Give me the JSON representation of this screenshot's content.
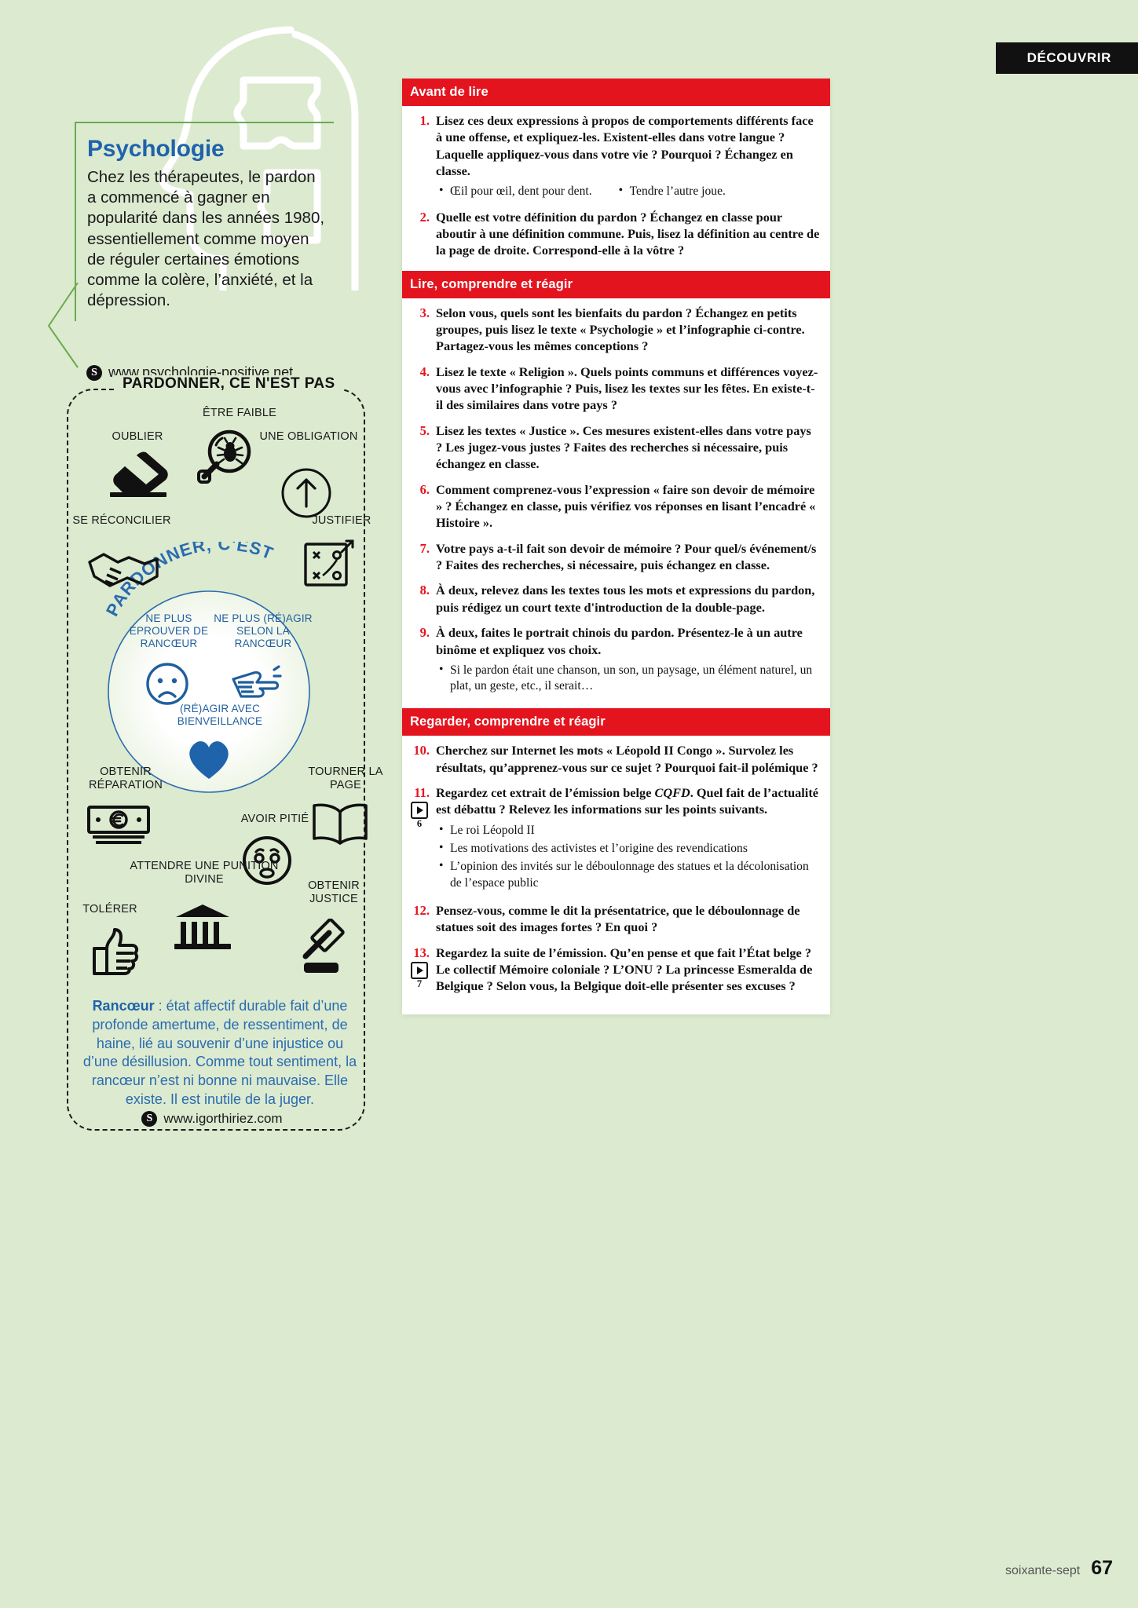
{
  "header": {
    "tag": "DÉCOUVRIR"
  },
  "psychologie": {
    "title": "Psychologie",
    "body": "Chez les thérapeutes, le pardon a commencé à gagner en popularité dans les années 1980, essentiellement comme moyen de réguler certaines émotions comme la colère, l’anxiété, et la dépression.",
    "source_icon": "source-badge-icon",
    "link": "www.psychologie-positive.net"
  },
  "infographic": {
    "title": "PARDONNER, CE N'EST PAS",
    "inner_title": "PARDONNER, C'EST",
    "outer_labels": [
      {
        "text": "OUBLIER",
        "icon": "eraser-icon"
      },
      {
        "text": "ÊTRE FAIBLE",
        "icon": "magnifier-bug-icon"
      },
      {
        "text": "UNE OBLIGATION",
        "icon": "arrow-up-circle-icon"
      },
      {
        "text": "SE RÉCONCILIER",
        "icon": "handshake-icon"
      },
      {
        "text": "JUSTIFIER",
        "icon": "strategy-board-icon"
      },
      {
        "text": "OBTENIR RÉPARATION",
        "icon": "banknote-euro-icon"
      },
      {
        "text": "TOURNER LA PAGE",
        "icon": "open-book-icon"
      },
      {
        "text": "AVOIR PITIÉ",
        "icon": "sad-face-icon"
      },
      {
        "text": "ATTENDRE UNE PUNITION DIVINE",
        "icon": "temple-icon"
      },
      {
        "text": "OBTENIR JUSTICE",
        "icon": "gavel-icon"
      },
      {
        "text": "TOLÉRER",
        "icon": "thumbs-up-icon"
      }
    ],
    "inner_labels": [
      {
        "text": "NE PLUS ÉPROUVER DE RANCŒUR",
        "icon": "frowning-face-icon"
      },
      {
        "text": "NE PLUS (RÉ)AGIR SELON LA RANCŒUR",
        "icon": "stop-hand-icon"
      },
      {
        "text": "(RÉ)AGIR AVEC BIENVEILLANCE",
        "icon": "heart-icon"
      }
    ],
    "rancoeur_term": "Rancœur",
    "rancoeur_def": " : état affectif durable fait d’une profonde amertume, de ressentiment, de haine, lié au souvenir d’une injustice ou d’une désillusion. Comme tout sentiment, la rancœur n’est ni bonne ni mauvaise. Elle existe. Il est inutile de la juger.",
    "link": "www.igorthiriez.com"
  },
  "sections": [
    {
      "id": "avant-de-lire",
      "title": "Avant de lire",
      "items": [
        {
          "num": "1.",
          "text": "Lisez ces deux expressions à propos de comportements différents face à une offense, et expliquez-les. Existent-elles dans votre langue ? Laquelle appliquez-vous dans votre vie ? Pourquoi ? Échangez en classe.",
          "bullets_two_col": [
            "Œil pour œil, dent pour dent.",
            "Tendre l’autre joue."
          ]
        },
        {
          "num": "2.",
          "text": "Quelle est votre définition du pardon ? Échangez en classe pour aboutir à une définition commune. Puis, lisez la définition au centre de la page de droite. Correspond-elle à la vôtre ?"
        }
      ]
    },
    {
      "id": "lire-comprendre-et-reagir",
      "title": "Lire, comprendre et réagir",
      "items": [
        {
          "num": "3.",
          "text": "Selon vous, quels sont les bienfaits du pardon ? Échangez en petits groupes, puis lisez le texte « Psychologie » et l’infographie ci-contre. Partagez-vous les mêmes conceptions ?"
        },
        {
          "num": "4.",
          "text": "Lisez le texte « Religion ». Quels points communs et différences voyez-vous avec l’infographie ? Puis, lisez les textes sur les fêtes. En existe-t-il des similaires dans votre pays ?"
        },
        {
          "num": "5.",
          "text": "Lisez les textes « Justice ». Ces mesures existent-elles dans votre pays ? Les jugez-vous justes ? Faites des recherches si nécessaire, puis échangez en classe."
        },
        {
          "num": "6.",
          "text": "Comment comprenez-vous l’expression « faire son devoir de mémoire » ? Échangez en classe, puis vérifiez vos réponses en lisant l’encadré « Histoire »."
        },
        {
          "num": "7.",
          "text": "Votre pays a-t-il fait son devoir de mémoire ? Pour quel/s événement/s ? Faites des recherches, si nécessaire, puis échangez en classe."
        },
        {
          "num": "8.",
          "text": "À deux, relevez dans les textes tous les mots et expressions du pardon, puis rédigez un court texte d'introduction de la double-page."
        },
        {
          "num": "9.",
          "text": "À deux, faites le portrait chinois du pardon. Présentez-le à un autre binôme et expliquez vos choix.",
          "bullets": [
            "Si le pardon était une chanson, un son, un paysage, un élément naturel, un plat, un geste, etc., il serait…"
          ]
        }
      ]
    },
    {
      "id": "regarder-comprendre-et-reagir",
      "title": "Regarder, comprendre et réagir",
      "items": [
        {
          "num": "10.",
          "text": "Cherchez sur Internet les mots « Léopold II Congo ». Survolez les résultats, qu’apprenez-vous sur ce sujet ? Pourquoi fait-il polémique ?"
        },
        {
          "num": "11.",
          "video_num": "6",
          "text_pre": "Regardez cet extrait de l’émission belge ",
          "text_italic": "CQFD",
          "text_post": ". Quel fait de l’actualité est débattu ? Relevez les informations sur les points suivants.",
          "bullets": [
            "Le roi Léopold II",
            "Les motivations des activistes et l’origine des revendications",
            "L’opinion des invités sur le déboulonnage des statues et la décolonisation de l’espace public"
          ]
        },
        {
          "num": "12.",
          "text": "Pensez-vous, comme le dit la présentatrice, que le déboulonnage de statues soit des images fortes ? En quoi ?"
        },
        {
          "num": "13.",
          "video_num": "7",
          "text": "Regardez la suite de l’émission. Qu’en pense et que fait l’État belge ? Le collectif Mémoire coloniale ? L’ONU ? La princesse Esmeralda de Belgique ? Selon vous, la Belgique doit-elle présenter ses excuses ?"
        }
      ]
    }
  ],
  "footer": {
    "word": "soixante-sept",
    "number": "67"
  },
  "colors": {
    "page_bg": "#dcead0",
    "accent_red": "#e4141e",
    "accent_blue": "#1f63ab",
    "inner_blue": "#1f5f9e",
    "green_rule": "#6aab4f"
  }
}
